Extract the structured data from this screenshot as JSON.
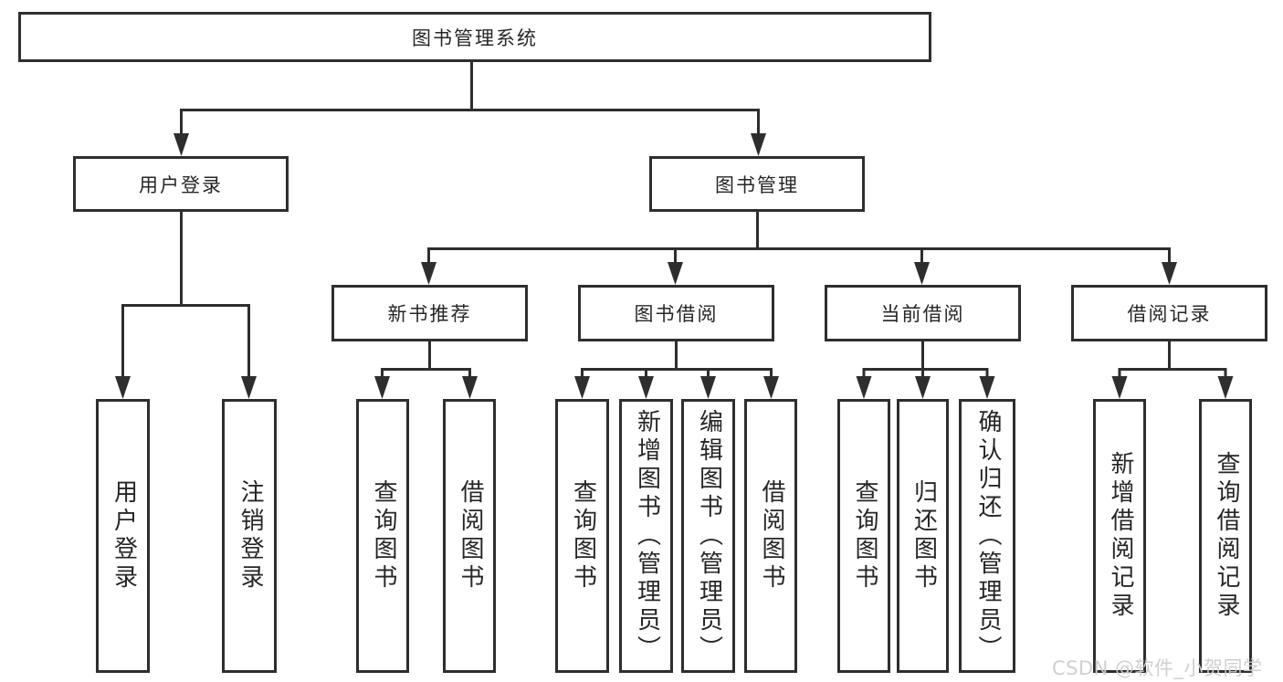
{
  "watermark": "CSDN @软件_小贺同学",
  "nodes": {
    "root": "图书管理系统",
    "user_login": "用户登录",
    "book_management": "图书管理",
    "new_book_recommend": "新书推荐",
    "book_borrow": "图书借阅",
    "current_borrow": "当前借阅",
    "borrow_records": "借阅记录",
    "ul_user_login": "用户登录",
    "ul_logout": "注销登录",
    "nb_query_books": "查询图书",
    "nb_borrow_books": "借阅图书",
    "bb_query_books": "查询图书",
    "bb_add_books": "新增图书（管理员）",
    "bb_edit_books": "编辑图书（管理员）",
    "bb_borrow_books": "借阅图书",
    "cb_query_books": "查询图书",
    "cb_return_books": "归还图书",
    "cb_confirm_return": "确认归还（管理员）",
    "br_add_record": "新增借阅记录",
    "br_query_record": "查询借阅记录"
  }
}
